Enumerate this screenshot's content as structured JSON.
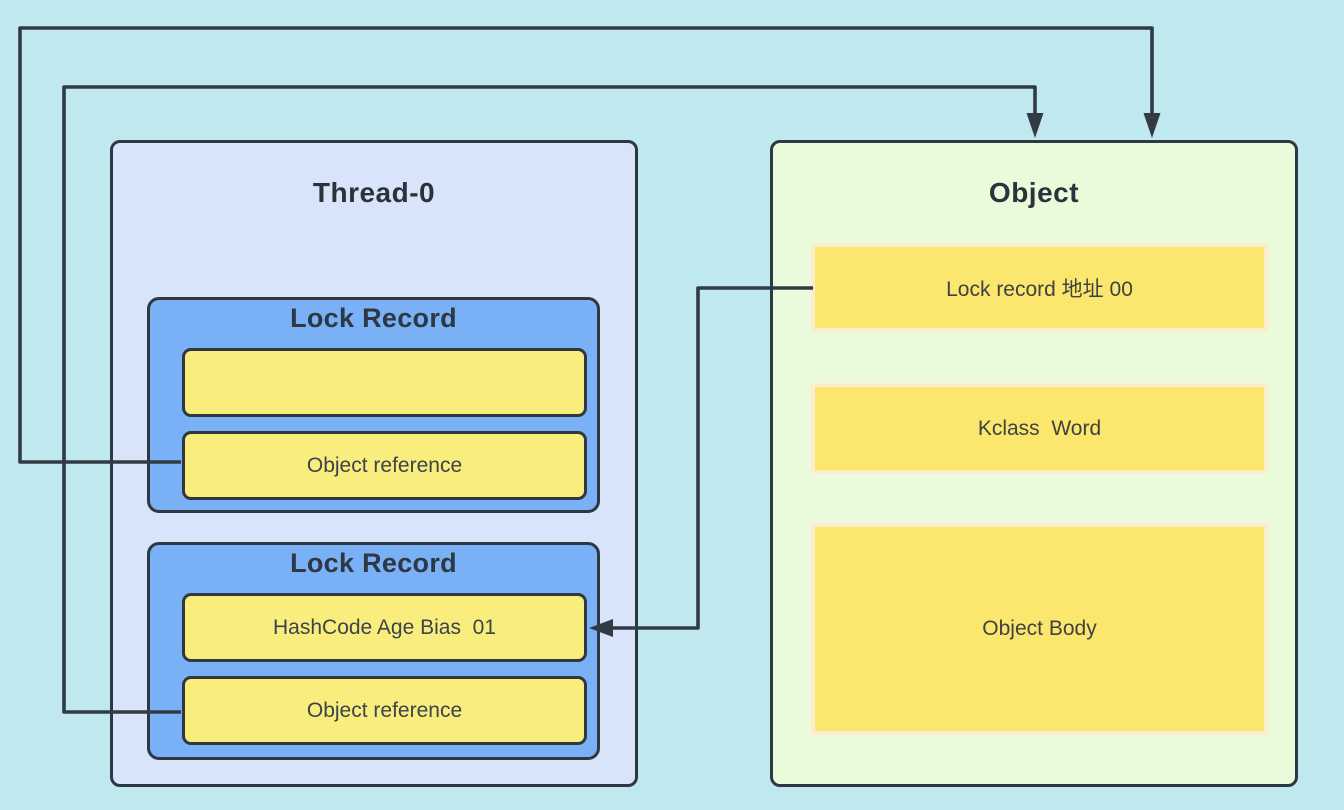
{
  "thread": {
    "title": "Thread-0",
    "lock_records": [
      {
        "title": "Lock Record",
        "slots": [
          {
            "label": ""
          },
          {
            "label": "Object reference"
          }
        ]
      },
      {
        "title": "Lock Record",
        "slots": [
          {
            "label": "HashCode Age Bias  01"
          },
          {
            "label": "Object reference"
          }
        ]
      }
    ]
  },
  "object": {
    "title": "Object",
    "fields": [
      {
        "label": "Lock record 地址 00"
      },
      {
        "label": "Kclass  Word"
      },
      {
        "label": "Object Body"
      }
    ]
  },
  "arrows": [
    {
      "name": "object-reference-1-to-object",
      "from": "Object reference (Lock Record 1)",
      "to": "Object top"
    },
    {
      "name": "object-reference-2-to-object",
      "from": "Object reference (Lock Record 2)",
      "to": "Object top"
    },
    {
      "name": "lock-record-address-to-mark-word",
      "from": "Lock record 地址 00",
      "to": "HashCode Age Bias  01"
    }
  ],
  "colors": {
    "background": "#bfe8ef",
    "thread_box_fill": "#d7e4fa",
    "lock_record_fill": "#7ab0f6",
    "lock_slot_fill": "#f9ee7d",
    "object_box_fill": "#eafbdc",
    "object_field_fill": "#fce76e",
    "object_field_border": "#fceecd",
    "outline": "#2f3740",
    "arrow": "#323a43"
  }
}
